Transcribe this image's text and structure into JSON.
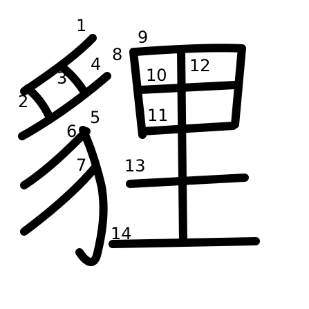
{
  "figure": {
    "character": "貍",
    "stroke_color": "#000000",
    "background_color": "#ffffff",
    "stroke_numbers": [
      "1",
      "2",
      "3",
      "4",
      "5",
      "6",
      "7",
      "8",
      "9",
      "10",
      "11",
      "12",
      "13",
      "14"
    ]
  }
}
